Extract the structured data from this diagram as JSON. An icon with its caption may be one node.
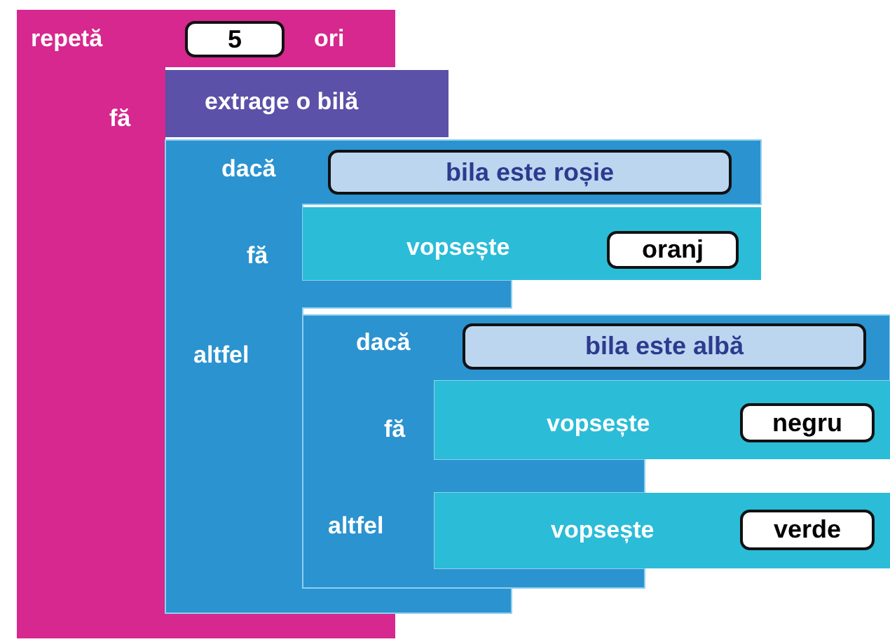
{
  "diagram": {
    "nodes": [
      {
        "text": [
          "repetă",
          "ori",
          "fă"
        ]
      },
      {
        "text": [
          "5"
        ],
        "in": 0
      },
      {
        "text": [
          "extrage o bilă"
        ]
      },
      {
        "text": [
          "dacă",
          "fă",
          "altfel"
        ]
      },
      {
        "text": [
          "bila este roșie"
        ],
        "in": 3
      },
      {
        "text": [
          "vopsește"
        ]
      },
      {
        "text": [
          "oranj"
        ],
        "in": 5
      },
      {
        "text": [
          "dacă",
          "fă",
          "altfel"
        ]
      },
      {
        "text": [
          "bila este albă"
        ],
        "in": 7
      },
      {
        "text": [
          "vopsește"
        ]
      },
      {
        "text": [
          "negru"
        ],
        "in": 9
      },
      {
        "text": [
          "vopsește"
        ]
      },
      {
        "text": [
          "verde"
        ],
        "in": 11
      }
    ]
  }
}
